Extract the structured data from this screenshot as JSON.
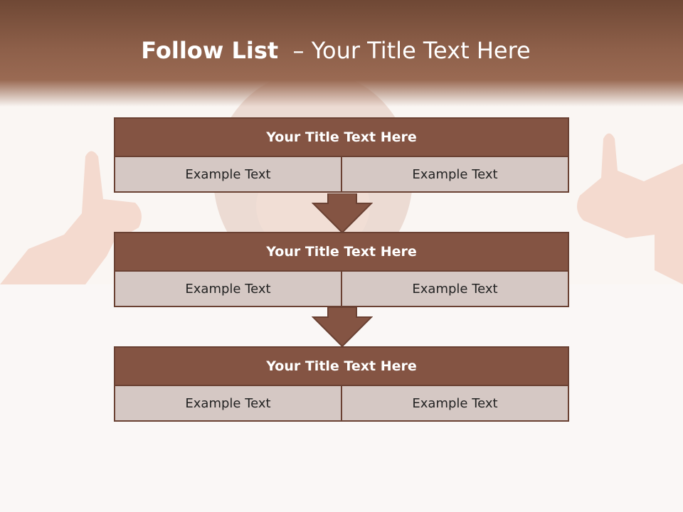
{
  "slide": {
    "title_bold": "Follow List",
    "title_rest": "  – Your Title Text Here"
  },
  "steps": [
    {
      "title": "Your Title Text Here",
      "left": "Example Text",
      "right": "Example Text"
    },
    {
      "title": "Your Title Text Here",
      "left": "Example Text",
      "right": "Example Text"
    },
    {
      "title": "Your Title Text Here",
      "left": "Example Text",
      "right": "Example Text"
    }
  ],
  "colors": {
    "header": "#8d5f49",
    "block_head": "#845443",
    "cell": "#d5c8c4",
    "border": "#6a4133"
  }
}
